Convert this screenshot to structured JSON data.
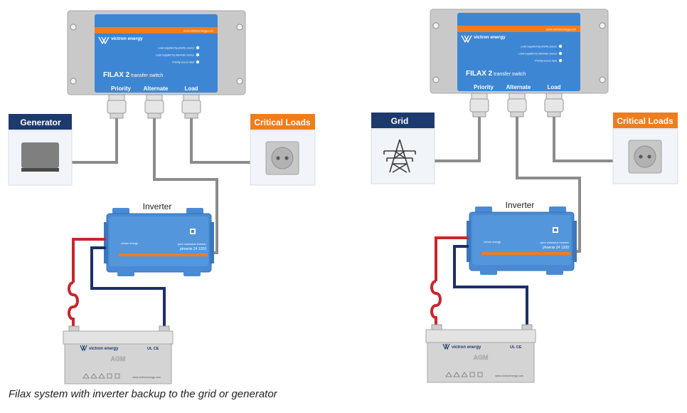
{
  "colors": {
    "victron_blue": "#4a8ad4",
    "panel_blue": "#3d86d3",
    "orange_band": "#ef7d1e",
    "navy_label": "#1d3a6e",
    "orange_label": "#ef7d1e",
    "positive_cable": "#c8262c",
    "negative_cable": "#1c2f6b",
    "ac_cable": "#8c8c8c",
    "enclosure_grey": "#c7c7c7",
    "battery_grey": "#d4d4d4"
  },
  "diagrams": [
    {
      "source_label": "Generator",
      "source_icon": "generator-icon",
      "loads_label": "Critical Loads",
      "inverter_label": "Inverter",
      "filax": {
        "brand": "victron energy",
        "url": "www.victronenergy.com",
        "title_bold": "FILAX 2",
        "title_rest": " transfer switch",
        "led_1": "Load supplied by priority source",
        "led_2": "Load supplied by alternate source",
        "led_3": "Priority source fault",
        "port_1": "Priority",
        "port_2": "Alternate",
        "port_3": "Load"
      },
      "inverter": {
        "brand": "victron energy",
        "line_1": "pure sinewave inverter",
        "line_2": "phoenix 24 1200"
      },
      "battery": {
        "brand": "victron energy",
        "type": "AGM",
        "marks": "UL CE",
        "url": "www.victronenergy.com"
      }
    },
    {
      "source_label": "Grid",
      "source_icon": "power-pylon-icon",
      "loads_label": "Critical Loads",
      "inverter_label": "Inverter",
      "filax": {
        "brand": "victron energy",
        "url": "www.victronenergy.com",
        "title_bold": "FILAX 2",
        "title_rest": " transfer switch",
        "led_1": "Load supplied by priority source",
        "led_2": "Load supplied by alternate source",
        "led_3": "Priority source fault",
        "port_1": "Priority",
        "port_2": "Alternate",
        "port_3": "Load"
      },
      "inverter": {
        "brand": "victron energy",
        "line_1": "pure sinewave inverter",
        "line_2": "phoenix 24 1200"
      },
      "battery": {
        "brand": "victron energy",
        "type": "AGM",
        "marks": "UL CE",
        "url": "www.victronenergy.com"
      }
    }
  ],
  "caption": "Filax system with inverter backup to the grid or generator"
}
